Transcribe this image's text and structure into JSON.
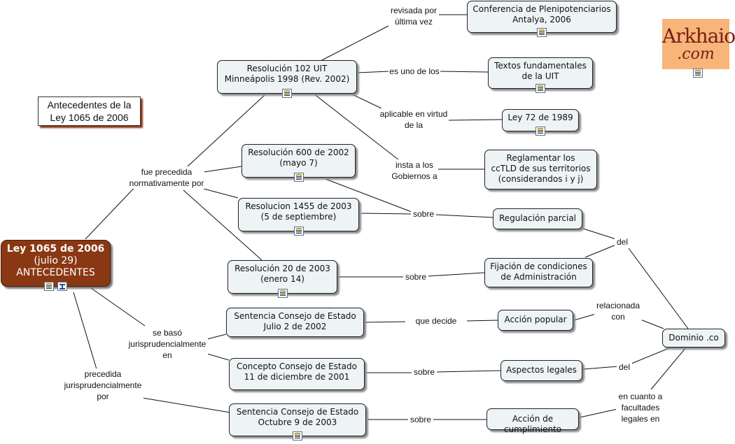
{
  "title_box": {
    "line1": "Antecedentes de la",
    "line2": "Ley 1065 de 2006"
  },
  "logo": {
    "line1": "Arkhaios",
    "line2": ".com"
  },
  "root": {
    "line1": "Ley 1065 de 2006",
    "line2": "(julio 29)",
    "line3": "ANTECEDENTES"
  },
  "nodes": {
    "res102": [
      "Resolución 102 UIT",
      "Minneápolis 1998 (Rev. 2002)"
    ],
    "conferencia": [
      "Conferencia de Plenipotenciarios",
      "Antalya, 2006"
    ],
    "textos": [
      "Textos fundamentales",
      "de la UIT"
    ],
    "ley72": [
      "Ley 72 de 1989"
    ],
    "reglamentar": [
      "Reglamentar los",
      "ccTLD de sus territorios",
      "(considerandos i y j)"
    ],
    "res600": [
      "Resolución 600 de 2002",
      "(mayo 7)"
    ],
    "res1455": [
      "Resolucion 1455 de 2003",
      "(5 de septiembre)"
    ],
    "res20": [
      "Resolución 20 de 2003",
      "(enero 14)"
    ],
    "regulacion": [
      "Regulación parcial"
    ],
    "fijacion": [
      "Fijación de condiciones",
      "de Administración"
    ],
    "sentencia2002": [
      "Sentencia Consejo de Estado",
      "Julio 2 de 2002"
    ],
    "concepto2001": [
      "Concepto Consejo de Estado",
      "11 de diciembre de 2001"
    ],
    "sentencia2003": [
      "Sentencia Consejo de Estado",
      "Octubre 9 de 2003"
    ],
    "accion_popular": [
      "Acción popular"
    ],
    "aspectos": [
      "Aspectos legales"
    ],
    "cumplimiento": [
      "Acción de cumplimiento"
    ],
    "dominio": [
      "Dominio .co"
    ]
  },
  "links": {
    "revisada": [
      "revisada por",
      "última vez"
    ],
    "esuno": [
      "es uno de los"
    ],
    "aplicable": [
      "aplicable en virtud",
      "de la"
    ],
    "insta": [
      "insta a los",
      "Gobiernos a"
    ],
    "fue": [
      "fue precedida",
      "normativamente por"
    ],
    "sobre1": [
      "sobre"
    ],
    "sobre2": [
      "sobre"
    ],
    "del1": [
      "del"
    ],
    "del2": [
      "del"
    ],
    "sebaso": [
      "se basó",
      "jurisprudencialmente",
      "en"
    ],
    "precedida": [
      "precedida",
      "jurisprudencialmente",
      "por"
    ],
    "quedecide": [
      "que decide"
    ],
    "relacionada": [
      "relacionada",
      "con"
    ],
    "sobre3": [
      "sobre"
    ],
    "sobre4": [
      "sobre"
    ],
    "encuanto": [
      "en cuanto a",
      "facultades",
      "legales en"
    ]
  },
  "colors": {
    "root_fill": "#8a3813",
    "node_fill": "#eef3f6",
    "logo_fill": "#f7b57a",
    "logo_text": "#7a1f15"
  }
}
